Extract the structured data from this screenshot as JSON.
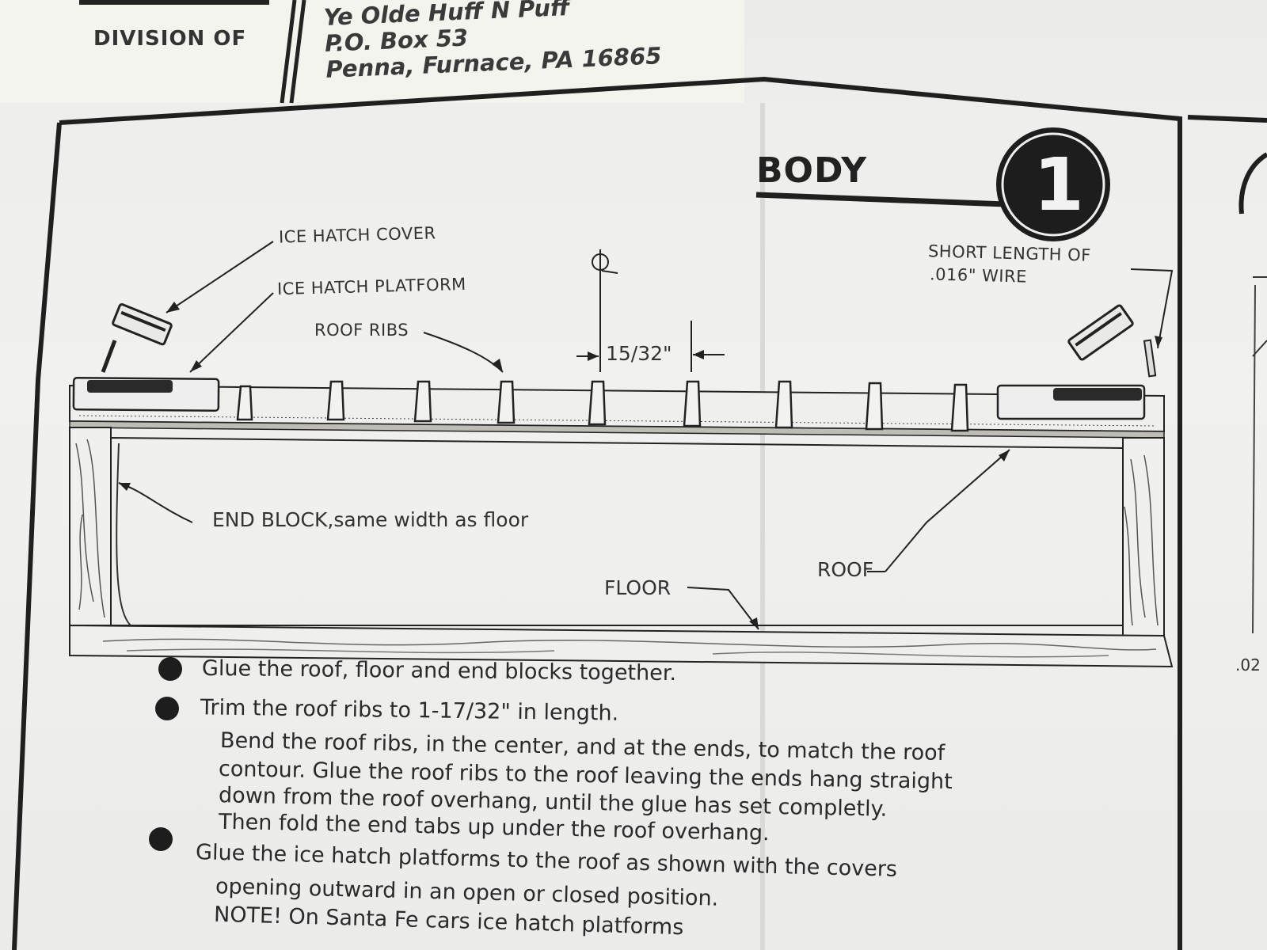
{
  "header": {
    "division_label": "DIVISION OF",
    "address_lines": [
      "Ye Olde Huff N Puff",
      "P.O. Box 53",
      "Penna, Furnace, PA 16865"
    ]
  },
  "section": {
    "title": "BODY",
    "step_number": "1"
  },
  "diagram_labels": {
    "ice_hatch_cover": "ICE HATCH COVER",
    "ice_hatch_platform": "ICE HATCH PLATFORM",
    "roof_ribs": "ROOF RIBS",
    "rib_spacing": "15/32\"",
    "short_wire_line1": "SHORT LENGTH OF",
    "short_wire_line2": ".016\" WIRE",
    "end_block": "END BLOCK,same width as floor",
    "roof": "ROOF",
    "floor": "FLOOR",
    "right_edge_partial": ".02"
  },
  "instructions": [
    {
      "bullet": true,
      "text": "Glue the roof, floor and end blocks together."
    },
    {
      "bullet": true,
      "text": "Trim the roof ribs to 1-17/32\" in length."
    },
    {
      "bullet": false,
      "text": "Bend the roof ribs, in the center, and at the ends, to match the roof"
    },
    {
      "bullet": false,
      "text": "contour. Glue the roof ribs to the roof leaving the ends hang straight"
    },
    {
      "bullet": false,
      "text": "down from the roof overhang, until the glue has set completly."
    },
    {
      "bullet": false,
      "text": "Then fold the end tabs up under the roof overhang."
    },
    {
      "bullet": true,
      "text": "Glue the ice hatch platforms to the roof as shown with the covers"
    },
    {
      "bullet": false,
      "text": "opening outward in an open or closed position."
    },
    {
      "bullet": false,
      "text": "NOTE! On Santa Fe cars ice hatch platforms"
    }
  ]
}
